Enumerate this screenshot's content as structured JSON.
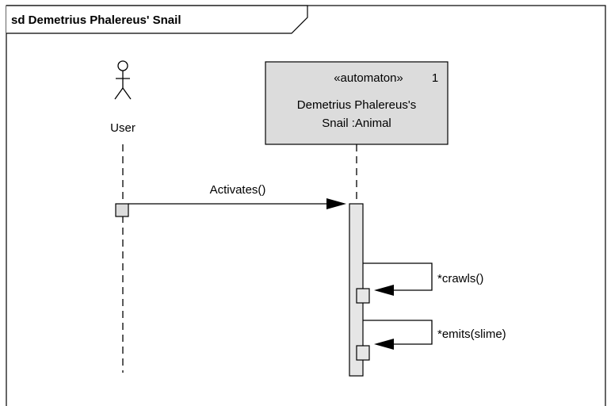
{
  "diagram": {
    "frame_title": "sd Demetrius Phalereus' Snail",
    "actor": {
      "label": "User"
    },
    "lifeline_box": {
      "stereotype": "«automaton»",
      "multiplicity": "1",
      "name_line1": "Demetrius Phalereus's",
      "name_line2": "Snail :Animal"
    },
    "messages": [
      {
        "label": "Activates()"
      },
      {
        "label": "*crawls()"
      },
      {
        "label": "*emits(slime)"
      }
    ],
    "colors": {
      "box_fill": "#dcdcdc",
      "activation_fill": "#e6e6e6",
      "line": "#000000"
    }
  }
}
